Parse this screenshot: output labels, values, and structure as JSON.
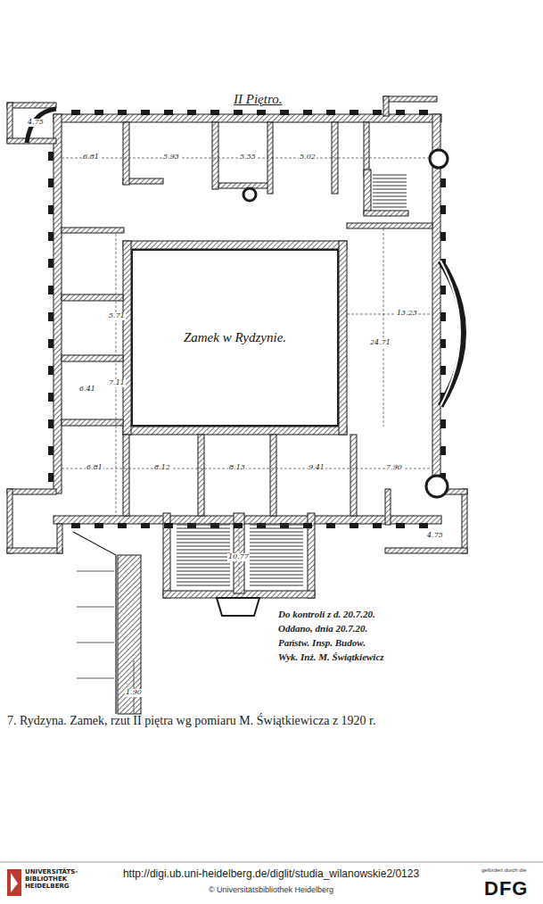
{
  "diagram": {
    "title": "II Piętro.",
    "caption": "7. Rydzyna. Zamek, rzut II piętra wg pomiaru M. Świątkiewicza z 1920 r.",
    "nodes": [
      {
        "text": [
          "Zamek w Rydzynie."
        ]
      }
    ],
    "labels": [
      "4.75",
      "6.81",
      "5.93",
      "5.55",
      "5.02",
      "24.71",
      "13.23",
      "5.71",
      "6.41",
      "7.11",
      "6.81",
      "8.12",
      "8.13",
      "9.41",
      "7.90",
      "4.75",
      "10.77",
      "1.90",
      "Do kontroli z d. 20.7.20.",
      "Oddano, dnia 20.7.20.",
      "Państw. Insp. Budow.",
      "Wyk. Inż. M. Świątkiewicz",
      "UNIVERSITÄTS- BIBLIOTHEK HEIDELBERG",
      "http://digi.ub.uni-heidelberg.de/diglit/studia_wilanowskie2/0123",
      "© Universitätsbibliothek Heidelberg",
      "gefördert durch die",
      "DFG"
    ]
  }
}
